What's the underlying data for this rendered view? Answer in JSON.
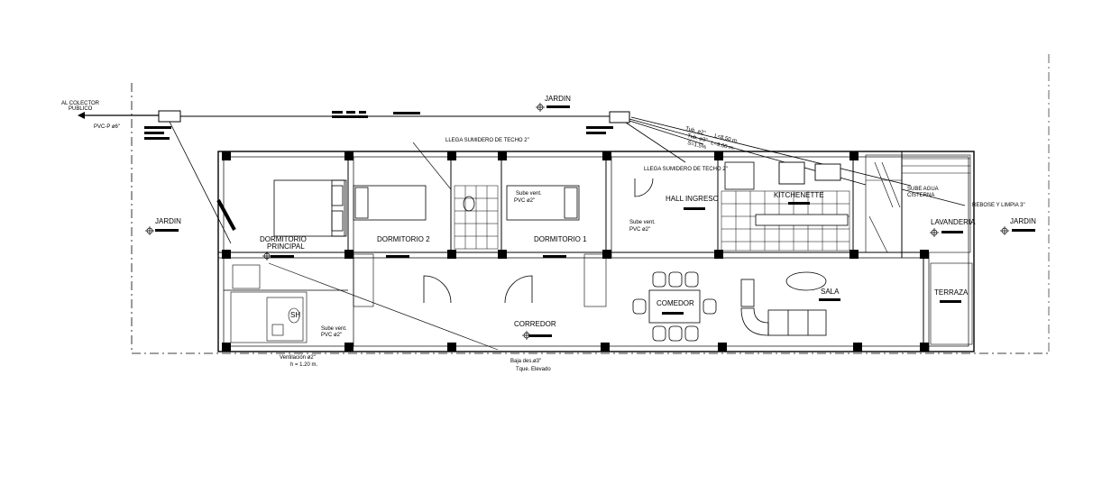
{
  "labels": {
    "collector": "AL COLECTOR",
    "collector2": "PUBLICO",
    "pvc_main": "PVC-P ø6\"",
    "jardin_top": "JARDIN",
    "jardin_left": "JARDIN",
    "jardin_right": "JARDIN",
    "llega_sumidero_1": "LLEGA SUMIDERO DE TECHO 2\"",
    "llega_sumidero_2": "LLEGA SUMIDERO DE TECHO 2\"",
    "tub1": "Tub. ø2\"",
    "tub1_l": "L=8.50 m.",
    "tub2": "Tub. ø3\"",
    "tub2_l": "L=9.00 m.",
    "tub3": "S=1.5%",
    "dorm_principal_1": "DORMITORIO",
    "dorm_principal_2": "PRINCIPAL",
    "dorm2": "DORMITORIO 2",
    "dorm1": "DORMITORIO 1",
    "hall": "HALL INGRESO",
    "kitchenette": "KITCHENETTE",
    "lavanderia": "LAVANDERIA",
    "terraza": "TERRAZA",
    "comedor": "COMEDOR",
    "sala": "SALA",
    "corredor": "CORREDOR",
    "sh": "SH",
    "sube_vent_1": "Sube vent.",
    "sube_vent_1b": "PVC ø2\"",
    "sube_vent_2": "Sube vent.",
    "sube_vent_2b": "PVC ø2\"",
    "sube_vent_3": "Sube vent.",
    "sube_vent_3b": "PVC ø2\"",
    "ventilacion": "Ventilación ø2\"",
    "ventilacion_h": "h = 1.20 m.",
    "baja_des": "Baja des.ø3\"",
    "tque": "Tque. Elevado",
    "rebose": "REBOSE Y LIMPIA 3\"",
    "cisterna": "CISTERNA",
    "sube_agua": "SUBE AGUA"
  }
}
